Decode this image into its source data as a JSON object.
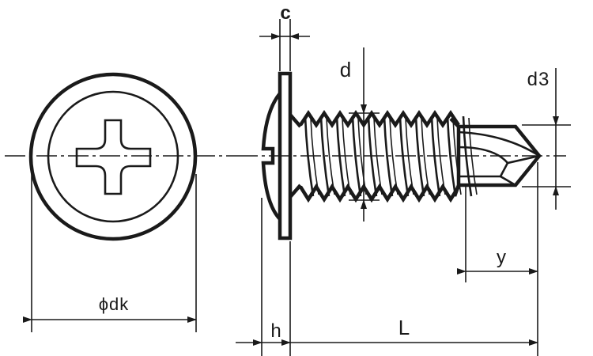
{
  "title": "Self-drilling wafer head screw dimension drawing",
  "labels": {
    "c": "c",
    "d": "d",
    "d3": "d3",
    "y": "y",
    "dk": "ϕdk",
    "h": "h",
    "L": "L"
  },
  "colors": {
    "line": "#1a1a1a",
    "background": "#ffffff"
  }
}
